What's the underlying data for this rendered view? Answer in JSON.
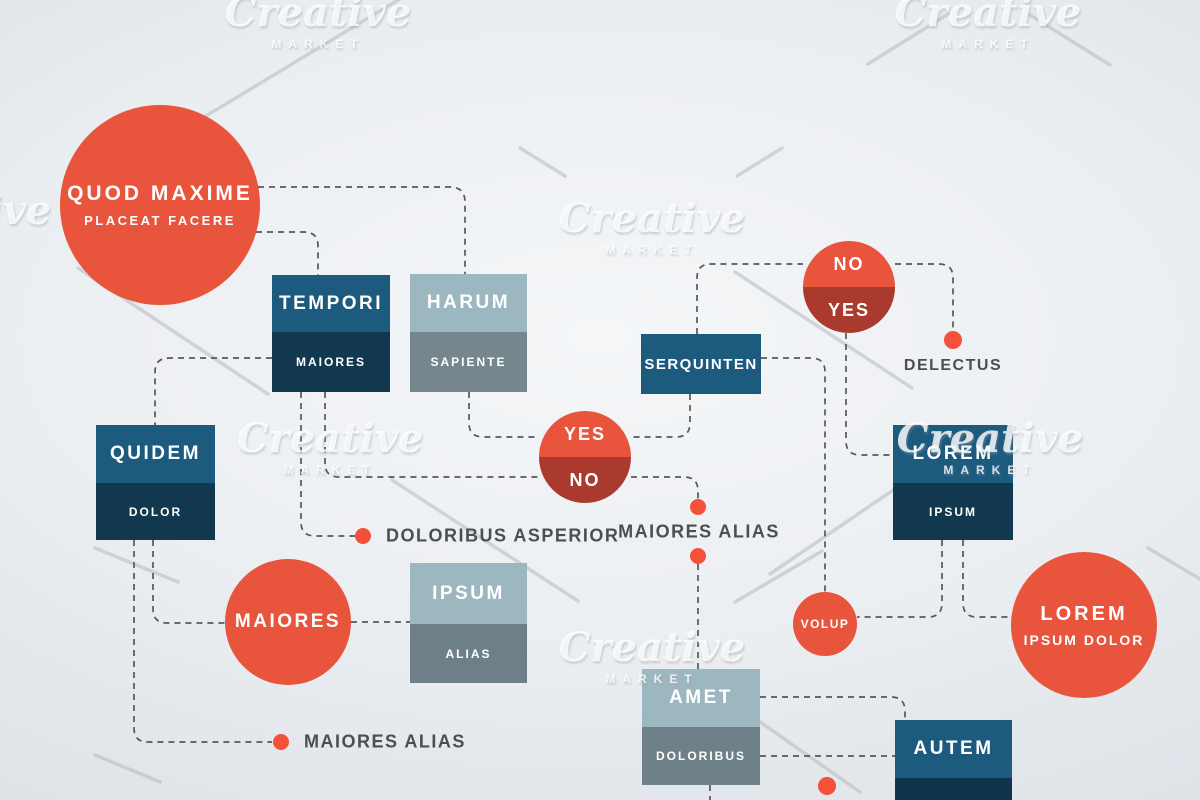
{
  "nodes": {
    "quod_maxime": {
      "title": "QUOD MAXIME",
      "subtitle": "PLACEAT FACERE"
    },
    "tempori": {
      "title": "TEMPORI",
      "subtitle": "MAIORES"
    },
    "harum": {
      "title": "HARUM",
      "subtitle": "SAPIENTE"
    },
    "decision_top": {
      "top": "NO",
      "bottom": "YES"
    },
    "serquinten": {
      "title": "SERQUINTEN"
    },
    "quidem": {
      "title": "QUIDEM",
      "subtitle": "DOLOR"
    },
    "decision_mid": {
      "top": "YES",
      "bottom": "NO"
    },
    "lorem": {
      "title": "LOREM",
      "subtitle": "IPSUM"
    },
    "maiores": {
      "title": "MAIORES"
    },
    "ipsum": {
      "title": "IPSUM",
      "subtitle": "ALIAS"
    },
    "volup": {
      "title": "VOLUP"
    },
    "lorem_ipsum_dolor": {
      "title": "LOREM",
      "subtitle": "IPSUM DOLOR"
    },
    "amet": {
      "title": "AMET",
      "subtitle": "DOLORIBUS"
    },
    "autem": {
      "title": "AUTEM"
    }
  },
  "labels": {
    "delectus": "DELECTUS",
    "doloribus_asperior": "DOLORIBUS ASPERIOR",
    "maiores_alias_mid": "MAIORES ALIAS",
    "maiores_alias_bottom": "MAIORES ALIAS"
  },
  "watermark": {
    "line1": "Creative",
    "line2": "MARKET"
  },
  "colors": {
    "red": "#e8543c",
    "dark_red": "#a93a2d",
    "blue": "#1c5a7e",
    "navy": "#12384f",
    "light_slate": "#9db7c0",
    "slate": "#76868d",
    "slate_dark": "#6e7f87",
    "dot": "#f4503a",
    "connector": "#55575a",
    "label_text": "#4c4e50"
  }
}
